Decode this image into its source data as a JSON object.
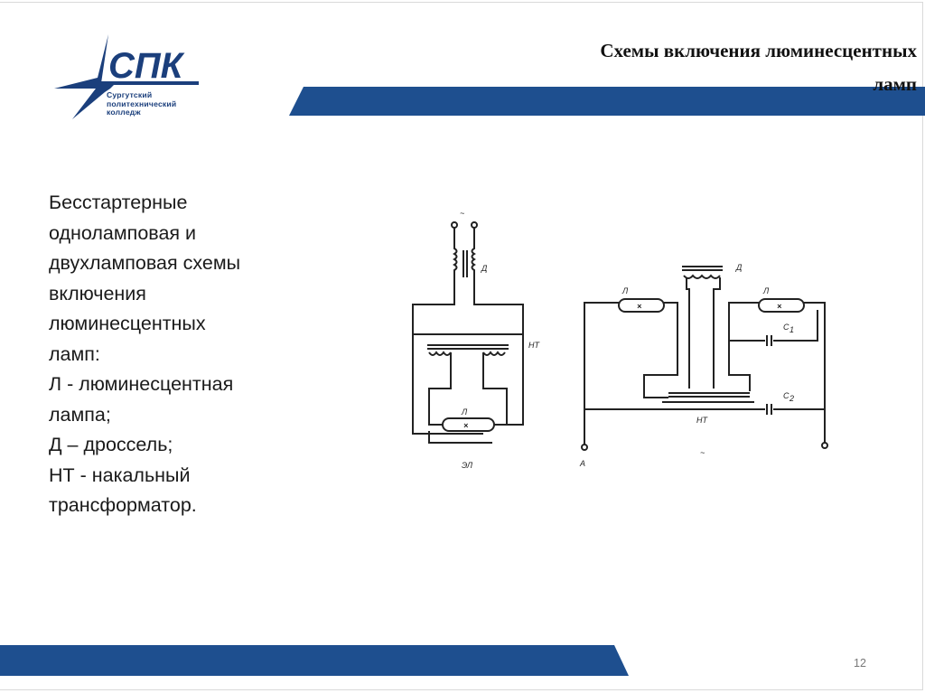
{
  "header": {
    "title_lines": [
      "Схемы включения люминесцентных",
      "ламп"
    ]
  },
  "logo": {
    "acronym": "СПК",
    "subtitle_lines": [
      "Сургутский",
      "политехнический",
      "колледж"
    ]
  },
  "body": {
    "lines": [
      "Бесстартерные",
      "одноламповая и",
      "двухламповая схемы",
      "включения",
      "люминесцентных",
      "ламп:",
      "Л - люминесцентная",
      "лампа;",
      "Д – дроссель;",
      "НТ - накальный",
      "трансформатор."
    ]
  },
  "diagram_labels": {
    "left_ac": "~",
    "left_choke": "Д",
    "left_transformer": "НТ",
    "left_lamp": "Л",
    "left_electrode": "ЭЛ",
    "right_choke": "Д",
    "right_lamp1": "Л",
    "right_lamp2": "Л",
    "right_c1": "C",
    "right_c1_sub": "1",
    "right_c2": "C",
    "right_c2_sub": "2",
    "right_transformer": "НТ",
    "right_ac": "~",
    "right_terminal": "А"
  },
  "footer": {
    "page_number": "12"
  },
  "colors": {
    "band": "#1e4f8f",
    "logo_blue": "#1b3f7c",
    "title_text": "#111111"
  }
}
